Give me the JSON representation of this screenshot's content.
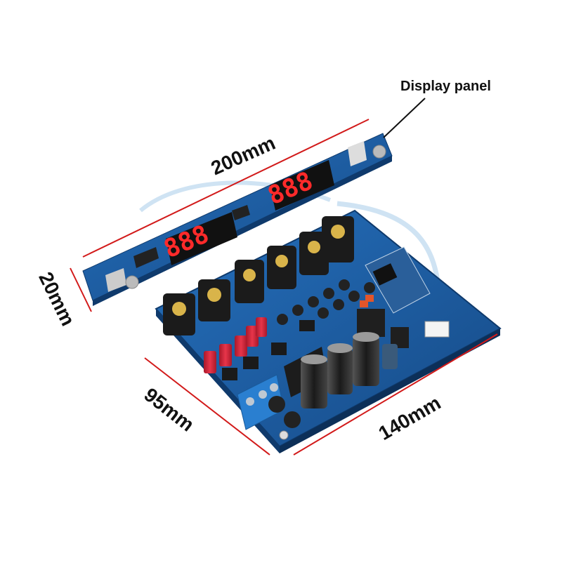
{
  "callout": {
    "label": "Display panel"
  },
  "dimensions": {
    "length_panel": "200mm",
    "height_panel": "20mm",
    "depth_board": "95mm",
    "width_board": "140mm"
  },
  "display": {
    "left_digits": "888",
    "right_digits": "888"
  },
  "colors": {
    "pcb": "#1d5fa8",
    "pcb_dark": "#164a86",
    "dimension_line": "#d21a1a",
    "capacitor_red": "#d8243a",
    "terminal_blue": "#2a7fd0"
  }
}
